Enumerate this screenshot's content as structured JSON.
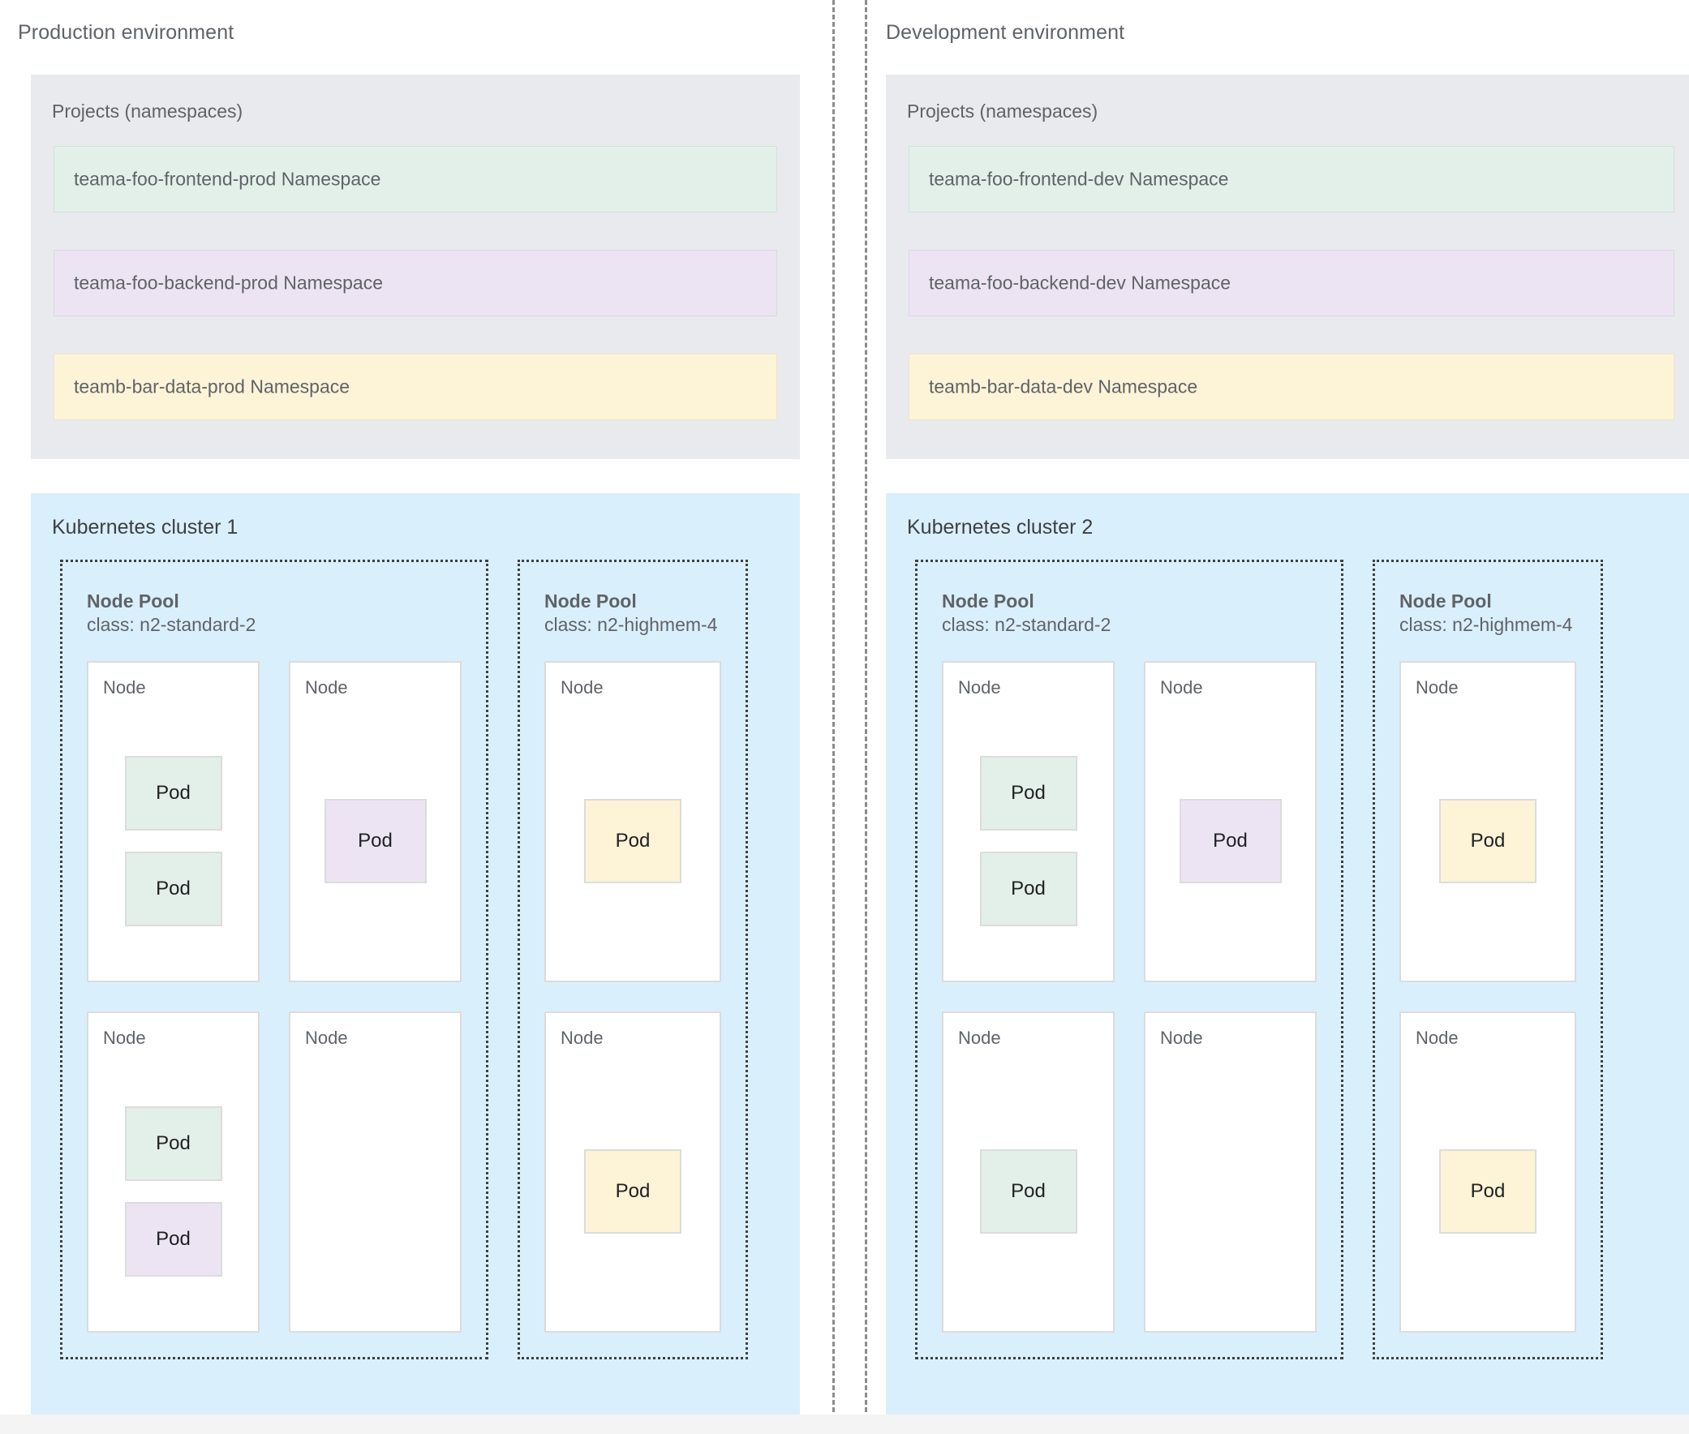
{
  "separators": {
    "count": 2
  },
  "colors": {
    "background": "#ffffff",
    "projects_panel": "#e8eaed",
    "cluster_panel": "#daeffc",
    "namespace_green": "#e3f0e9",
    "namespace_purple": "#ece4f3",
    "namespace_yellow": "#fdf3d7",
    "node_fill": "#ffffff",
    "text_muted": "#5f6368",
    "pool_border": "#3c4043"
  },
  "labels": {
    "node": "Node",
    "pod": "Pod",
    "pool_title": "Node Pool"
  },
  "environments": [
    {
      "id": "production",
      "title": "Production environment",
      "projects": {
        "title": "Projects (namespaces)",
        "namespaces": [
          {
            "label": "teama-foo-frontend-prod Namespace",
            "color": "green"
          },
          {
            "label": "teama-foo-backend-prod Namespace",
            "color": "purple"
          },
          {
            "label": "teamb-bar-data-prod Namespace",
            "color": "yellow"
          }
        ]
      },
      "cluster": {
        "title": "Kubernetes cluster 1",
        "node_pools": [
          {
            "title": "Node Pool",
            "class": "class: n2-standard-2",
            "columns": 2,
            "nodes": [
              {
                "label": "Node",
                "pods": [
                  {
                    "label": "Pod",
                    "color": "green",
                    "size": "h-small"
                  },
                  {
                    "label": "Pod",
                    "color": "green",
                    "size": "h-small"
                  }
                ]
              },
              {
                "label": "Node",
                "pods": [
                  {
                    "label": "Pod",
                    "color": "purple",
                    "size": "h-tall"
                  }
                ]
              },
              {
                "label": "Node",
                "pods": [
                  {
                    "label": "Pod",
                    "color": "green",
                    "size": "h-small"
                  },
                  {
                    "label": "Pod",
                    "color": "purple",
                    "size": "h-small"
                  }
                ]
              },
              {
                "label": "Node",
                "pods": []
              }
            ]
          },
          {
            "title": "Node Pool",
            "class": "class: n2-highmem-4",
            "columns": 1,
            "nodes": [
              {
                "label": "Node",
                "pods": [
                  {
                    "label": "Pod",
                    "color": "yellow",
                    "size": "h-tall"
                  }
                ]
              },
              {
                "label": "Node",
                "pods": [
                  {
                    "label": "Pod",
                    "color": "yellow",
                    "size": "h-tall"
                  }
                ]
              }
            ]
          }
        ]
      }
    },
    {
      "id": "development",
      "title": "Development environment",
      "projects": {
        "title": "Projects (namespaces)",
        "namespaces": [
          {
            "label": "teama-foo-frontend-dev Namespace",
            "color": "green"
          },
          {
            "label": "teama-foo-backend-dev Namespace",
            "color": "purple"
          },
          {
            "label": "teamb-bar-data-dev Namespace",
            "color": "yellow"
          }
        ]
      },
      "cluster": {
        "title": "Kubernetes cluster 2",
        "node_pools": [
          {
            "title": "Node Pool",
            "class": "class: n2-standard-2",
            "columns": 2,
            "nodes": [
              {
                "label": "Node",
                "pods": [
                  {
                    "label": "Pod",
                    "color": "green",
                    "size": "h-small"
                  },
                  {
                    "label": "Pod",
                    "color": "green",
                    "size": "h-small"
                  }
                ]
              },
              {
                "label": "Node",
                "pods": [
                  {
                    "label": "Pod",
                    "color": "purple",
                    "size": "h-tall"
                  }
                ]
              },
              {
                "label": "Node",
                "pods": [
                  {
                    "label": "Pod",
                    "color": "green",
                    "size": "h-tall"
                  }
                ]
              },
              {
                "label": "Node",
                "pods": []
              }
            ]
          },
          {
            "title": "Node Pool",
            "class": "class: n2-highmem-4",
            "columns": 1,
            "nodes": [
              {
                "label": "Node",
                "pods": [
                  {
                    "label": "Pod",
                    "color": "yellow",
                    "size": "h-tall"
                  }
                ]
              },
              {
                "label": "Node",
                "pods": [
                  {
                    "label": "Pod",
                    "color": "yellow",
                    "size": "h-tall"
                  }
                ]
              }
            ]
          }
        ]
      }
    }
  ]
}
